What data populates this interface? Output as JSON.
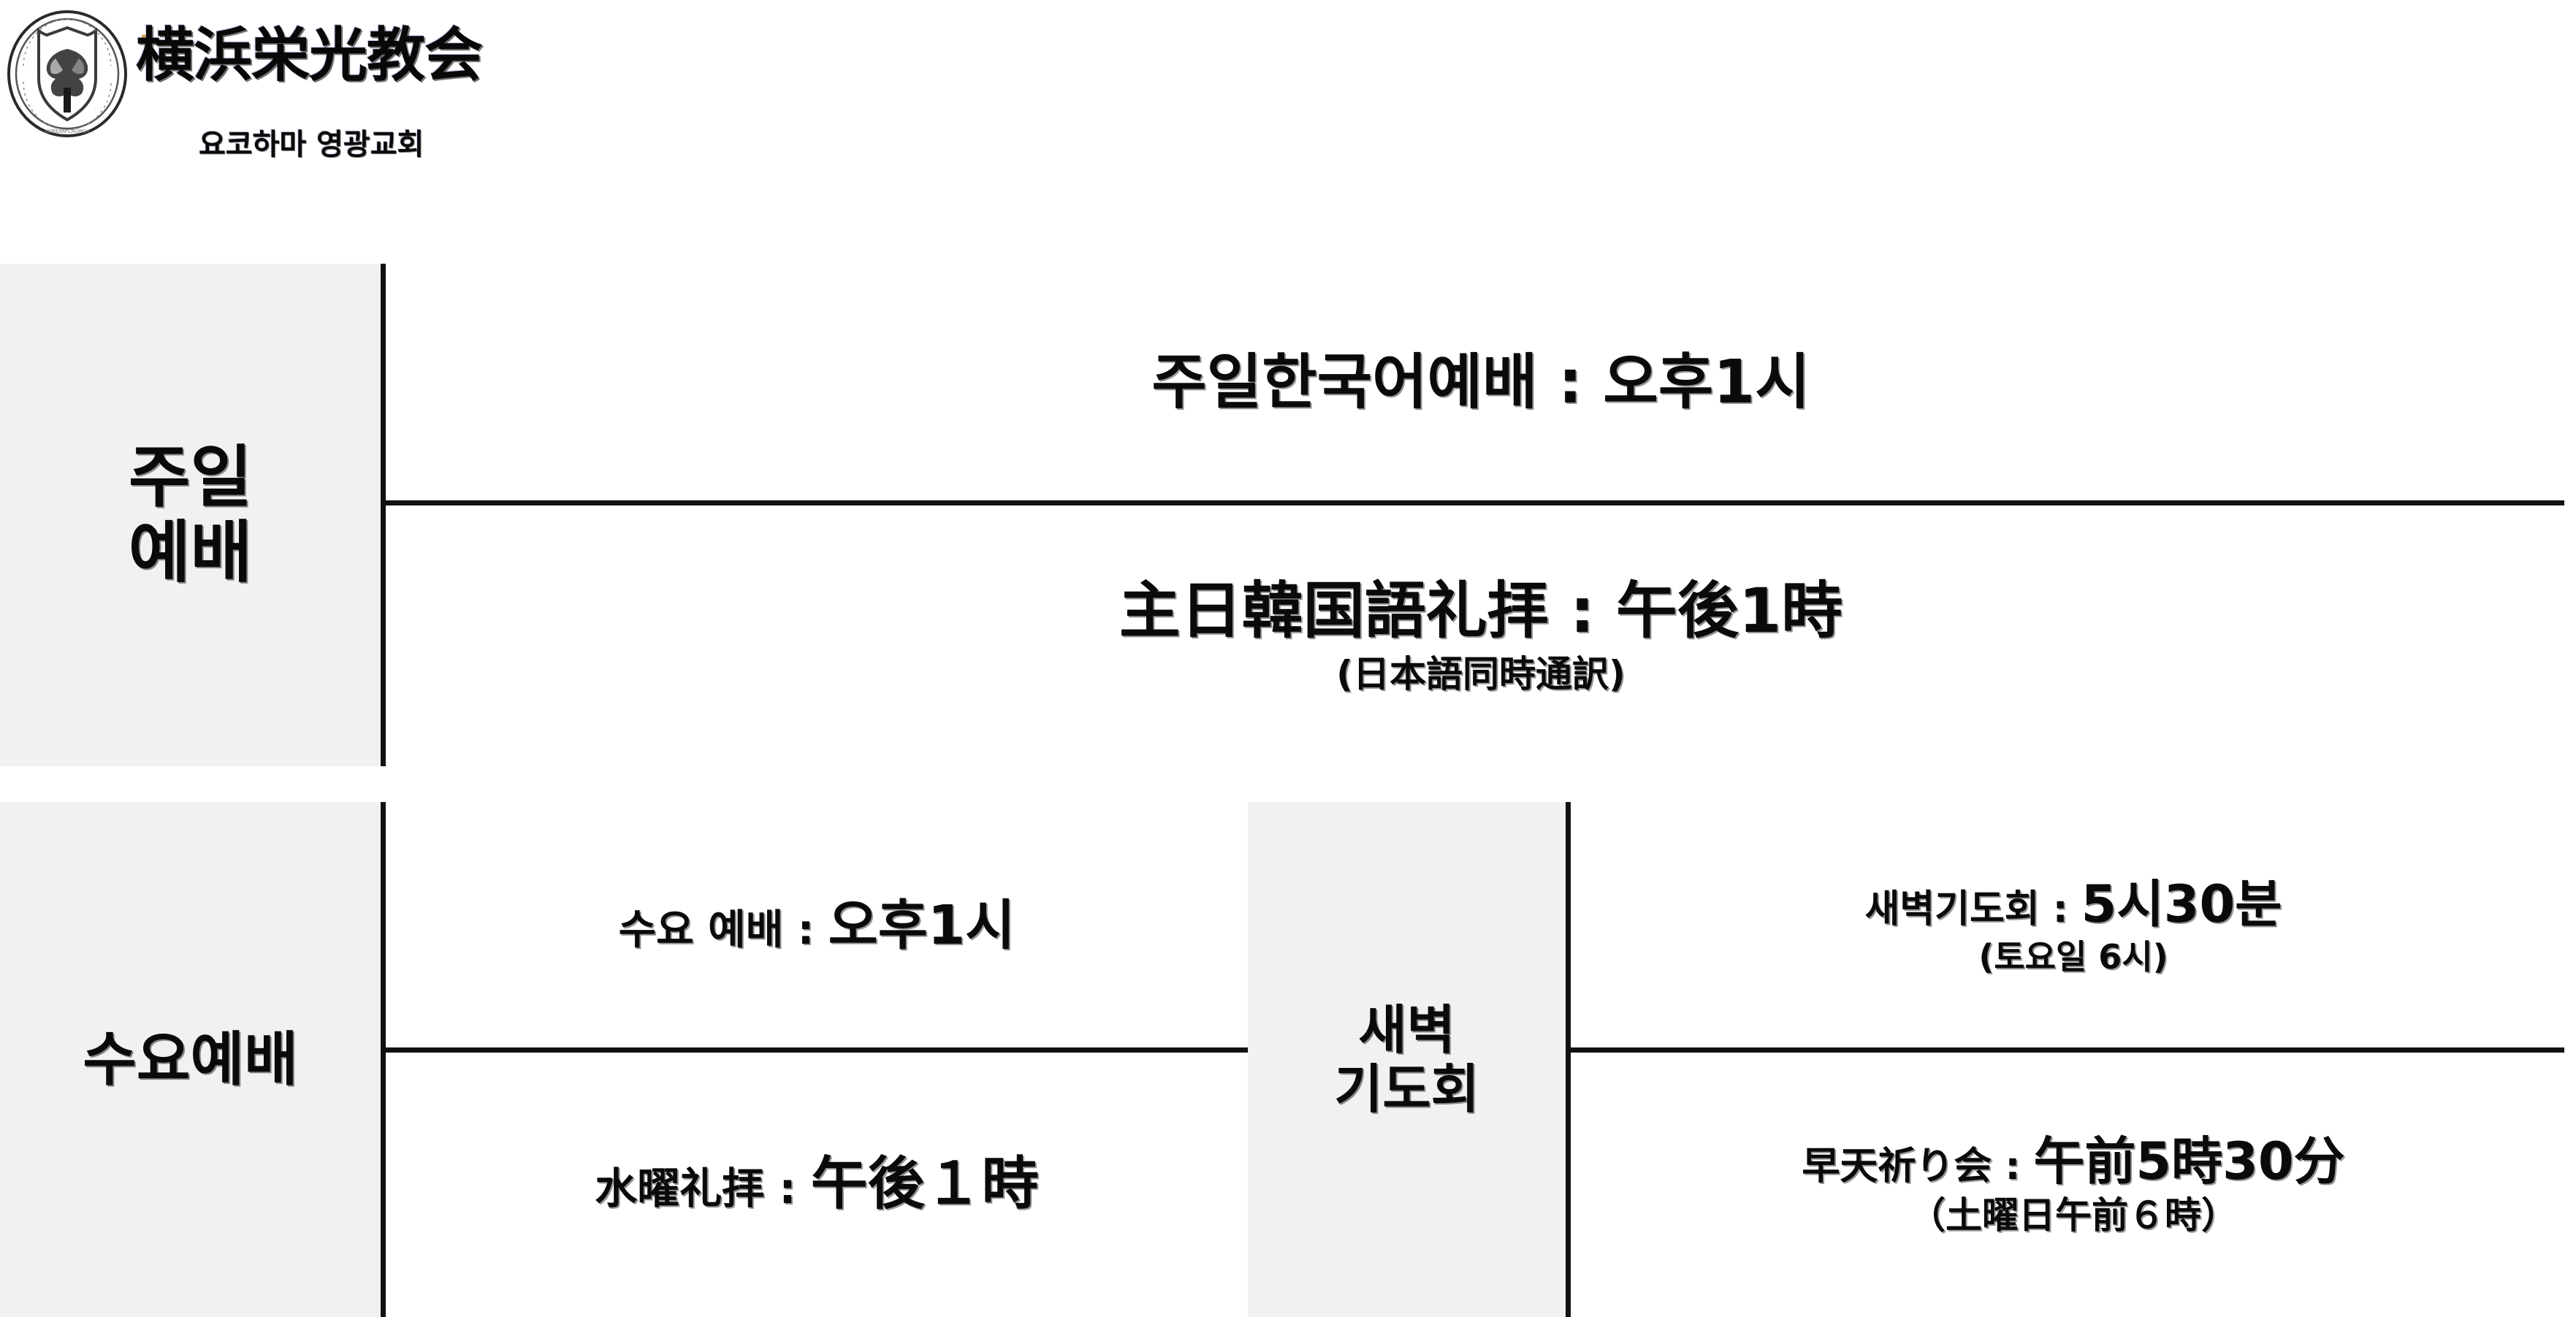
{
  "header": {
    "logo_name": "church-seal-logo",
    "church_name_ja": "横浜栄光教会",
    "church_name_ko": "요코하마 영광교회"
  },
  "colors": {
    "label_cell_bg": "#f1f1f1",
    "rule": "#111111",
    "text": "#0a0a0a",
    "page_bg": "#ffffff",
    "speck": "#d98b2b"
  },
  "schedule": {
    "blocks": [
      {
        "label": "주일\n예배",
        "label_line1": "주일",
        "label_line2": "예배",
        "rows": [
          {
            "main_lead": "주일한국어예배 : ",
            "main_emph": "오후1시",
            "main_full": "주일한국어예배 : 오후1시",
            "sub": ""
          },
          {
            "main_lead": "主日韓国語礼拝 : ",
            "main_emph": "午後1時",
            "main_full": "主日韓国語礼拝 : 午後1時",
            "sub": "(日本語同時通訳)"
          }
        ]
      },
      {
        "label": "수요예배",
        "label_line1": "수요예배",
        "label_line2": "",
        "rows": [
          {
            "main_lead": "수요 예배 : ",
            "main_emph": "오후1시",
            "main_full": "수요 예배 : 오후1시",
            "sub": ""
          },
          {
            "main_lead": "水曜礼拝 : ",
            "main_emph": "午後１時",
            "main_full": "水曜礼拝 : 午後１時",
            "sub": ""
          }
        ],
        "mid_label_line1": "새벽",
        "mid_label_line2": "기도회",
        "right_rows": [
          {
            "main_lead": "새벽기도회 : ",
            "main_emph": "5시30분",
            "main_full": "새벽기도회 : 5시30분",
            "sub": "(토요일 6시)"
          },
          {
            "main_lead": "早天祈り会 : ",
            "main_emph": "午前5時30分",
            "main_full": "早天祈り会 : 午前5時30分",
            "sub": "（土曜日午前６時）"
          }
        ]
      }
    ]
  }
}
